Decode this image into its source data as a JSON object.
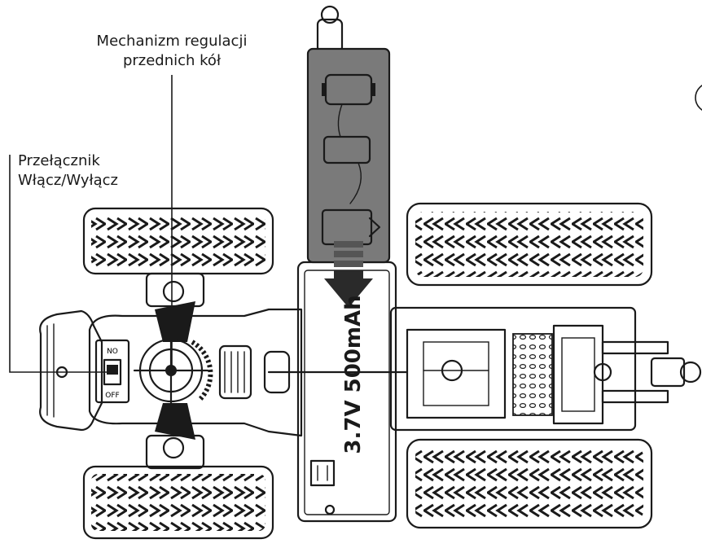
{
  "labels": {
    "wheel_mechanism": [
      "Mechanizm regulacji",
      "przednich kół"
    ],
    "power_switch": [
      "Przełącznik",
      "Włącz/Wyłącz"
    ],
    "switch_on": "NO",
    "switch_off": "OFF",
    "battery": "3.7V 500mAh"
  },
  "colors": {
    "ink": "#1a1a1a",
    "battery_cover": "#7a7a7a",
    "arrow": "#2a2a2a"
  }
}
